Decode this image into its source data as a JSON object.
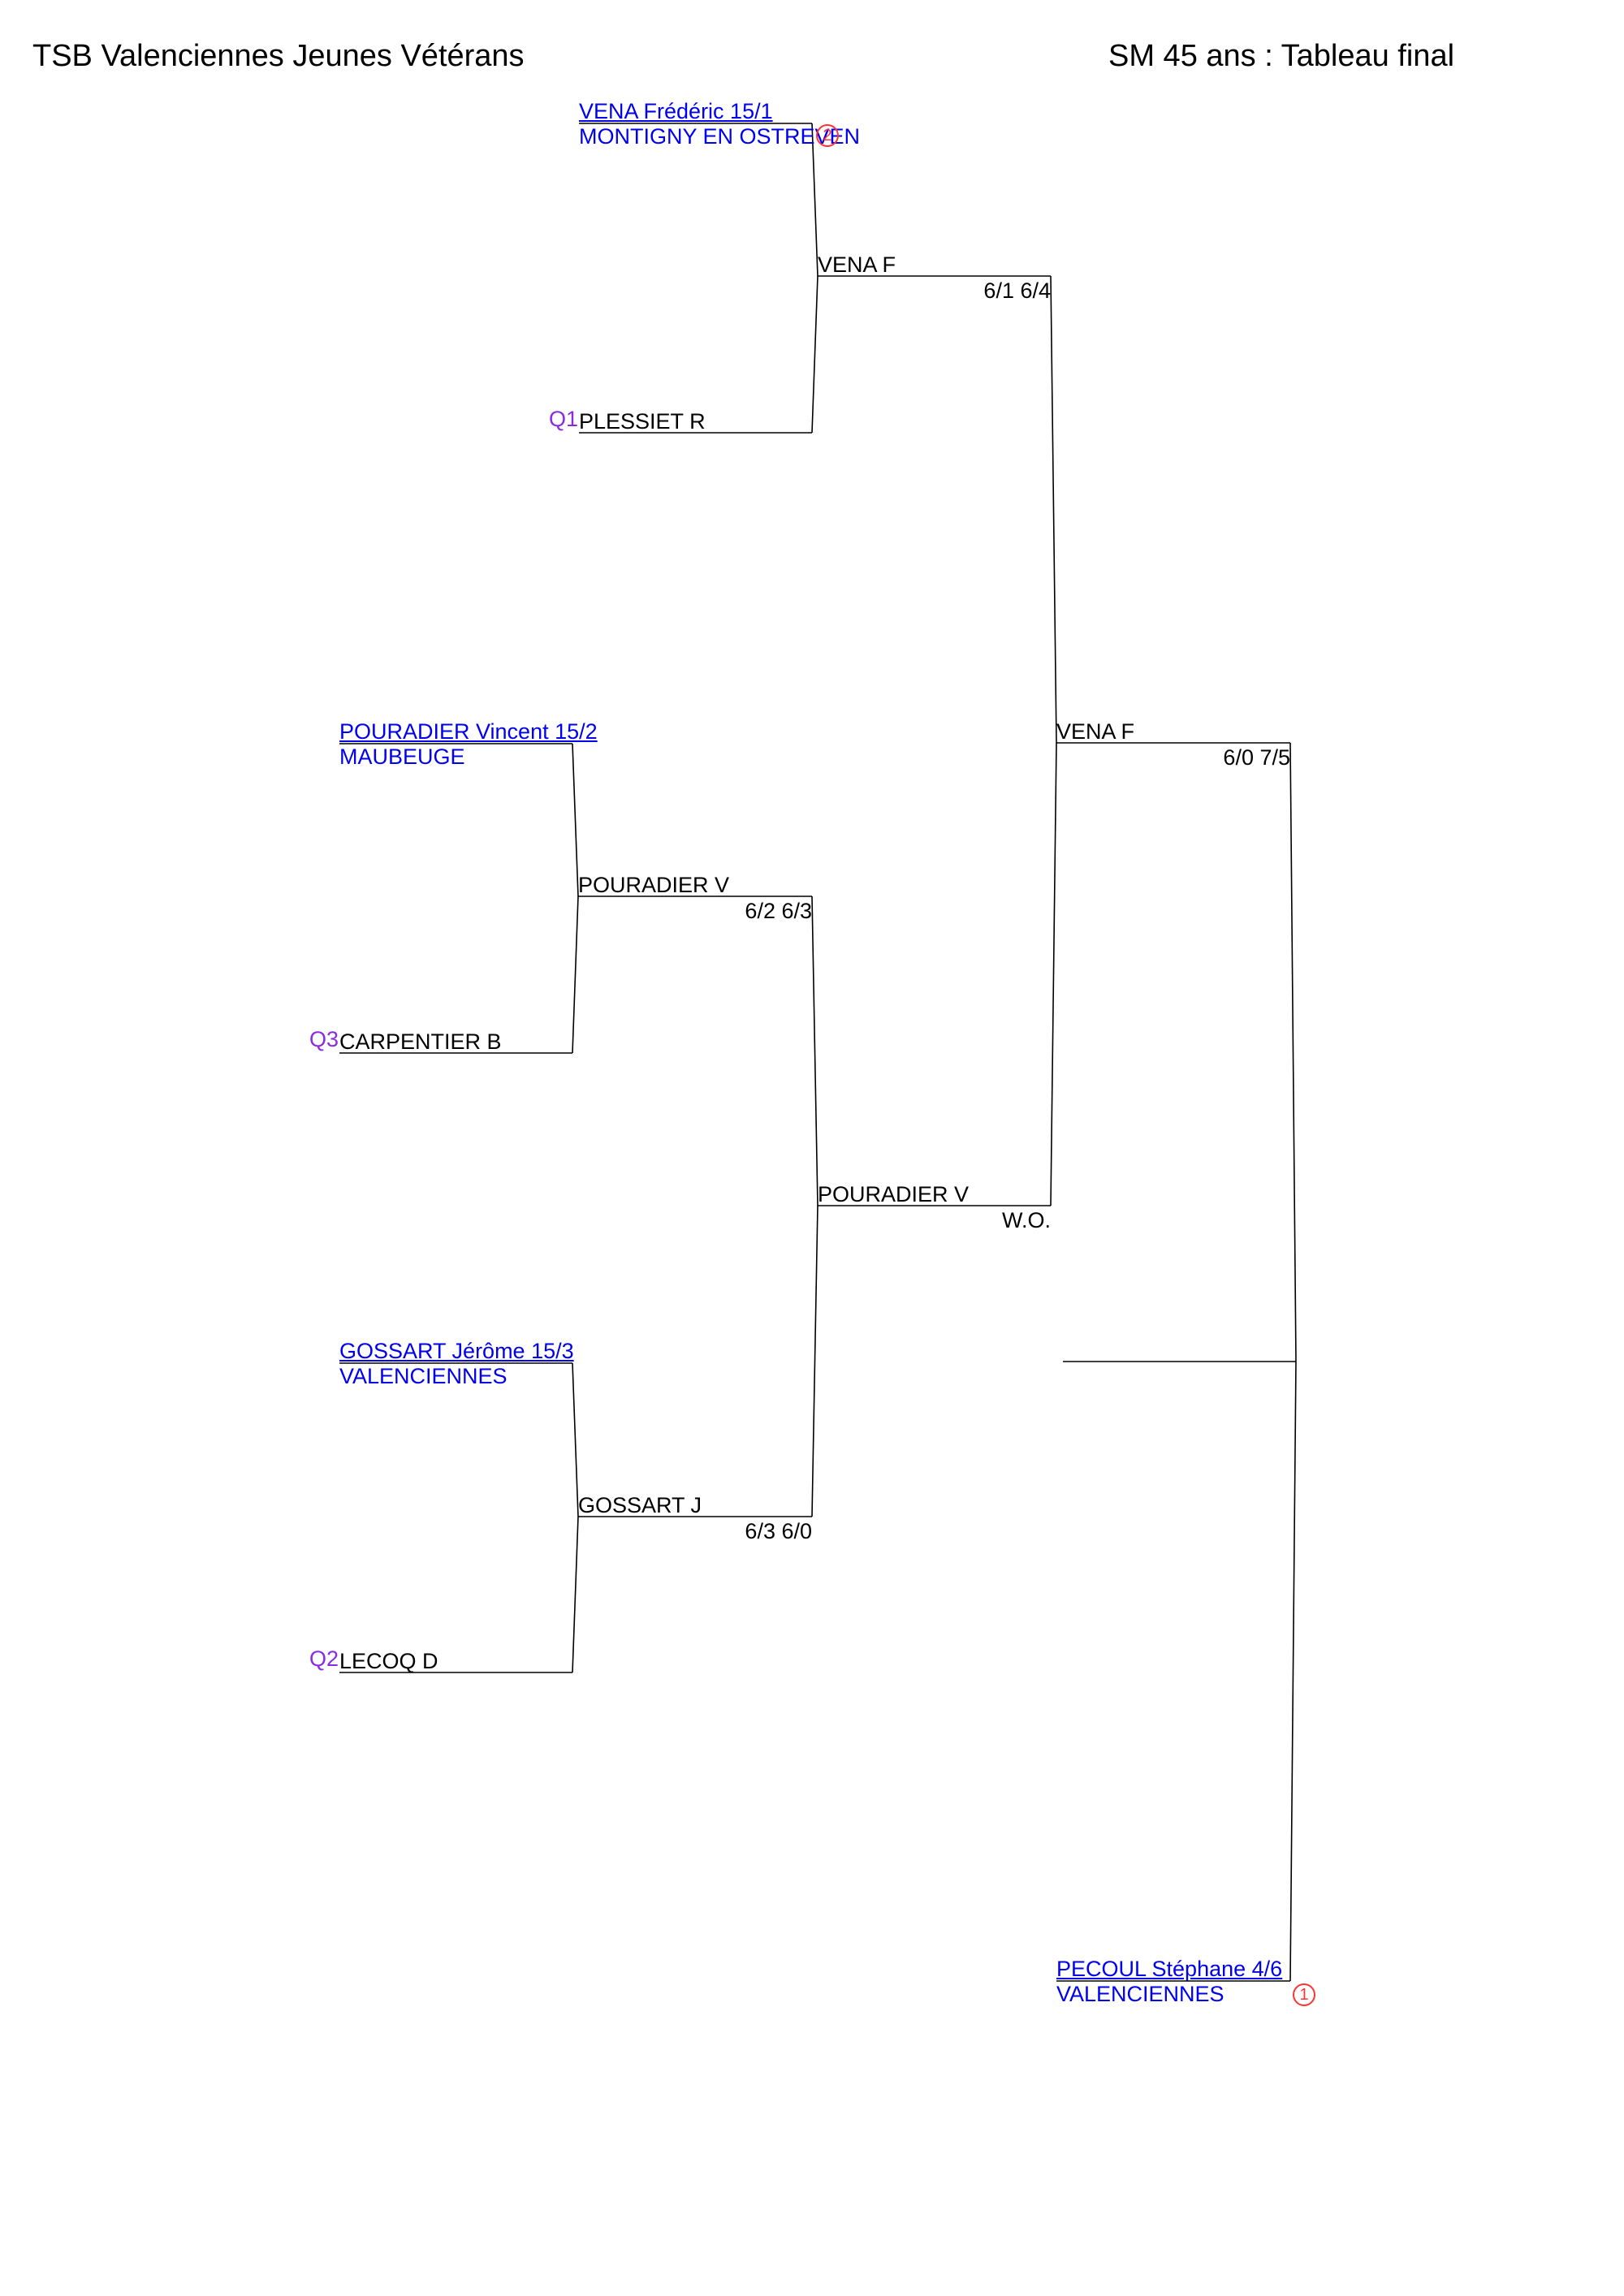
{
  "header": {
    "club": "TSB Valenciennes Jeunes Vétérans",
    "draw_title": "SM 45 ans : Tableau final"
  },
  "round1": {
    "p1": {
      "name": "VENA Frédéric 15/1",
      "club": "MONTIGNY EN OSTREVEN",
      "seed": "2"
    },
    "p2": {
      "qualifier": "Q1",
      "name": "PLESSIET R"
    },
    "p3": {
      "name": "POURADIER Vincent 15/2",
      "club": "MAUBEUGE"
    },
    "p4": {
      "qualifier": "Q3",
      "name": "CARPENTIER B"
    },
    "p5": {
      "name": "GOSSART Jérôme 15/3",
      "club": "VALENCIENNES"
    },
    "p6": {
      "qualifier": "Q2",
      "name": "LECOQ D"
    }
  },
  "round2": {
    "m1": {
      "winner": "VENA F",
      "score": "6/1 6/4"
    },
    "m2": {
      "winner": "POURADIER V",
      "score": "6/2 6/3"
    },
    "m3": {
      "winner": "GOSSART J",
      "score": "6/3 6/0"
    }
  },
  "round3": {
    "m1": {
      "winner": "POURADIER V",
      "score": "W.O."
    }
  },
  "semifinal": {
    "m1": {
      "winner": "VENA F",
      "score": "6/0 7/5"
    }
  },
  "top_seed": {
    "name": "PECOUL Stéphane 4/6",
    "club": "VALENCIENNES",
    "seed": "1"
  }
}
